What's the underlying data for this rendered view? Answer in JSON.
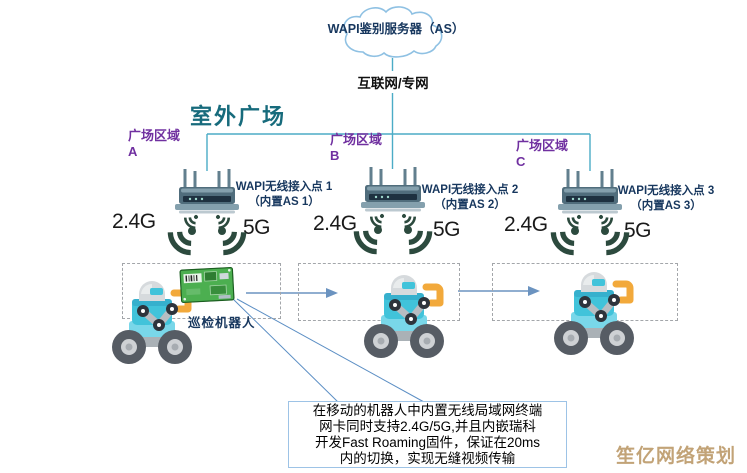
{
  "cloud": {
    "label": "WAPI鉴别服务器（AS）"
  },
  "backbone": {
    "label": "互联网/专网"
  },
  "title": "室外广场",
  "zones": [
    {
      "name": "广场区域",
      "letter": "A"
    },
    {
      "name": "广场区域",
      "letter": "B"
    },
    {
      "name": "广场区域",
      "letter": "C"
    }
  ],
  "access_points": [
    {
      "name": "WAPI无线接入点 1",
      "builtin": "（内置AS 1）",
      "band_left": "2.4G",
      "band_right": "5G"
    },
    {
      "name": "WAPI无线接入点 2",
      "builtin": "（内置AS 2）",
      "band_left": "2.4G",
      "band_right": "5G"
    },
    {
      "name": "WAPI无线接入点 3",
      "builtin": "（内置AS 3）",
      "band_left": "2.4G",
      "band_right": "5G"
    }
  ],
  "robot": {
    "label": "巡检机器人"
  },
  "note": {
    "lines": [
      "在移动的机器人中内置无线局域网终端",
      "网卡同时支持2.4G/5G,并且内嵌瑞科",
      "开发Fast Roaming固件，保证在20ms",
      "内的切换，实现无缝视频传输"
    ]
  },
  "watermark": "笙亿网络策划",
  "colors": {
    "connector": "#4bacc6",
    "arrow": "#6b93c0",
    "title": "#176b7c",
    "zone": "#7030a0",
    "label_navy": "#17375e",
    "signal": "#2c4a3e",
    "watermark": "#c2a377"
  }
}
